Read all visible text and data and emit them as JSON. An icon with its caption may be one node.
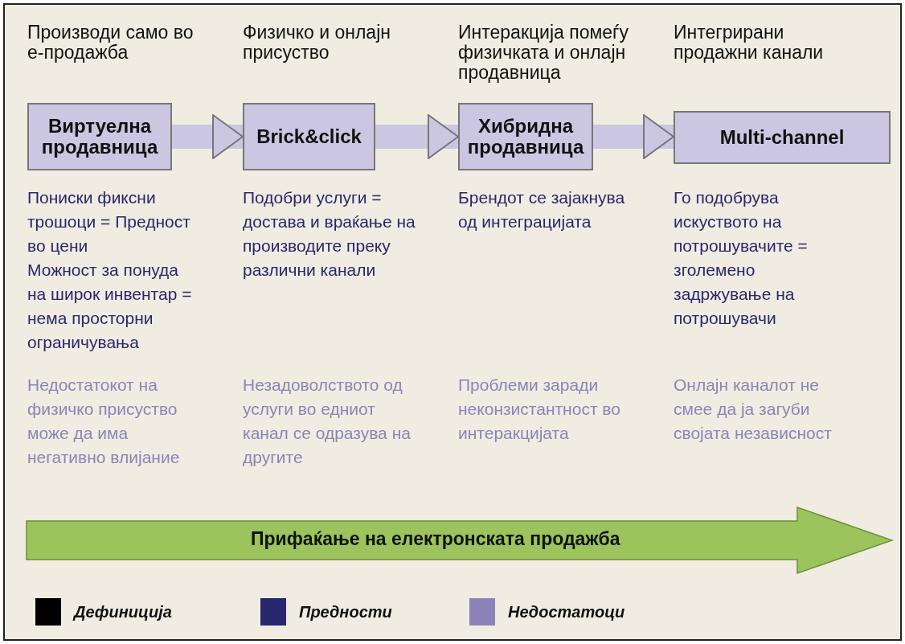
{
  "diagram": {
    "nodes": [
      {
        "text": [
          "Виртуелна продавница"
        ],
        "beside": [
          "Производи само во е-продажба",
          "Пониски фиксни трошоци = Предност во цени",
          "Можност за понуда на широк инвентар = нема просторни ограничувања"
        ]
      },
      {
        "text": [
          "Brick&click"
        ],
        "beside": [
          "Физичко и онлајн присуство",
          "Подобри услуги = достава и враќање на производите преку различни канали"
        ]
      },
      {
        "text": [
          "Хибридна продавница"
        ],
        "beside": [
          "Интеракција помеѓу физичката и онлајн продавница",
          "Брендот се зајакнува од интеграцијата"
        ]
      },
      {
        "text": [
          "Multi-channel"
        ],
        "beside": [
          "Интегрирани продажни канали",
          "Го подобрува искуството на потрошувачите = зголемено задржување на потрошувачи"
        ]
      },
      {
        "text": [
          "Прифаќање на електронската продажба"
        ]
      }
    ],
    "edges": [
      {
        "from": 0,
        "to": 1,
        "arrow": "to"
      },
      {
        "from": 1,
        "to": 2,
        "arrow": "to"
      },
      {
        "from": 2,
        "to": 3,
        "arrow": "to"
      }
    ],
    "labels": [
      "Недостатокот на физичко присуство може да има негативно влијание",
      "Незадоволството од услуги во едниот канал се одразува на другите",
      "Проблеми заради неконзистантност во интеракцијата",
      "Онлајн каналот не смее да ја загуби својата независност"
    ],
    "legend": [
      {
        "text": "Дефиниција",
        "color": "#000000"
      },
      {
        "text": "Предности",
        "color": "#27276e"
      },
      {
        "text": "Недостатоци",
        "color": "#8c84b8"
      }
    ]
  }
}
